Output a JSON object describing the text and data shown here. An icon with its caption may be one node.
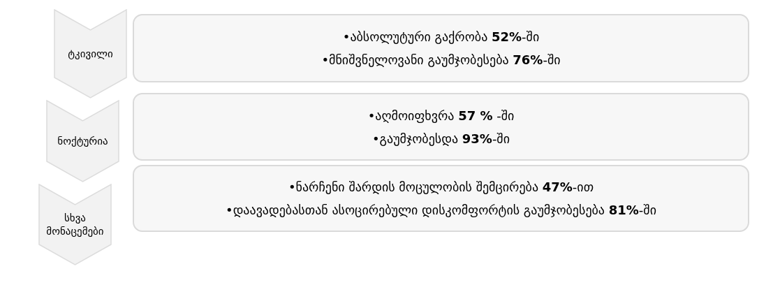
{
  "diagram": {
    "nodes": [
      {
        "text": [
          "ტკივილი"
        ]
      },
      {
        "text": [
          "•აბსოლუტური გაქრობა **52%**-ში",
          "•მნიშვნელოვანი გაუმჯობესება **76%**-ში"
        ]
      },
      {
        "text": [
          "ნოქტურია"
        ]
      },
      {
        "text": [
          "•აღმოიფხვრა **57 %** -ში",
          "•გაუმჯობესდა **93%**-ში"
        ]
      },
      {
        "text": [
          "სხვა მონაცემები"
        ]
      },
      {
        "text": [
          "•ნარჩენი შარდის მოცულობის შემცირება **47%**-ით",
          "•დაავადებასთან ასოცირებული დისკომფორტის გაუმჯობესება **81%**-ში"
        ]
      }
    ]
  }
}
